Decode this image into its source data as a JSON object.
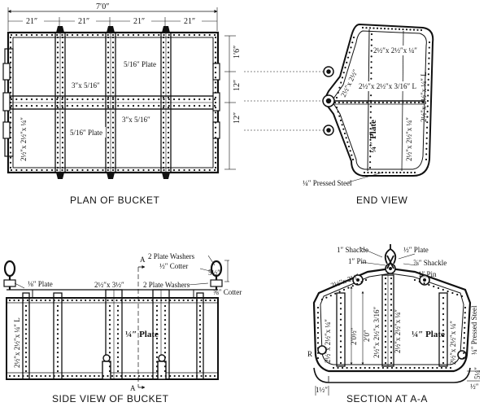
{
  "figure": {
    "plan": {
      "caption": "PLAN OF BUCKET",
      "overall_length": "7′0″",
      "bay_widths": [
        "21″",
        "21″",
        "21″",
        "21″"
      ],
      "side_dims": [
        "1′6″",
        "12″",
        "12″"
      ],
      "labels": {
        "plate_top": "5/16″ Plate",
        "angle_top": "3″x 5/16″",
        "angle_bottom": "3″x 5/16″",
        "plate_bottom": "5/16″ Plate",
        "left_angle": "2½″x 2½″x ¼″"
      }
    },
    "end_view": {
      "caption": "END VIEW",
      "labels": {
        "top_angle": "2½″x 2½″x ¼″",
        "mid_angle": "2½″x 2½″x 3/16″ L",
        "left_angle": "2½″x 2½″",
        "plate": "¼″ Plate",
        "right_angle": "2½″x 2½″x ¼″",
        "right_angle_b": "2½″x 2½″x ¼″ L",
        "pressed": "¼″ Pressed Steel"
      }
    },
    "side_view": {
      "caption": "SIDE VIEW OF BUCKET",
      "labels": {
        "washers_1": "2 Plate Washers",
        "cotter_1": "½″ Cotter",
        "section_a_top": "A",
        "plate_left": "⅛″ Plate",
        "angle_mid": "2½″x 3½″",
        "washers_2": "2 Plate Washers",
        "cotter_2": "⅝″ Cotter",
        "dim_right": "5½″",
        "left_angle": "2½″x 2½″x ¼″ L",
        "plate": "¼″ Plate",
        "section_a_bottom": "A"
      }
    },
    "section": {
      "caption": "SECTION AT A-A",
      "labels": {
        "shackle_1": "1″ Shackle",
        "pin_1": "1″ Pin",
        "plate_half": "½″ Plate",
        "shackle_2": "⅞″ Shackle",
        "pin_2": "1″ Pin",
        "top_angle": "2½″x 2½″",
        "dim_main": "2′0½″",
        "dim_inner": "2′0″",
        "angle_a": "2½″x 2½″x 3/16″",
        "angle_b": "2½″x 2½″x ¼″",
        "plate": "¼″ Plate",
        "left_angle": "2½″x 2½″x ¼″",
        "right_angle": "2½″x 2½″x ¼″",
        "pressed": "¼″ Pressed Steel",
        "r_label": "R",
        "dim_bl": "1½″",
        "dim_br": "½″",
        "dim_right": "5¼″"
      }
    }
  }
}
